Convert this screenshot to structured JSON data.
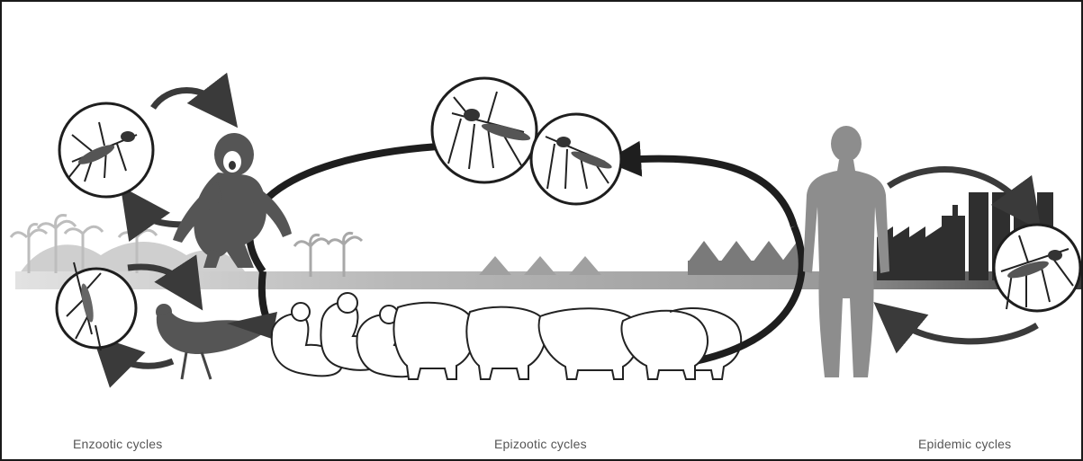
{
  "labels": {
    "enzootic": "Enzootic cycles",
    "epizootic": "Epizootic cycles",
    "epidemic": "Epidemic cycles"
  },
  "colors": {
    "background": "#ffffff",
    "ground_band": "#9e9e9e",
    "arrow": "#3a3a3a",
    "big_cycle": "#1e1e1e",
    "human": "#8d8d8d",
    "city": "#333333",
    "forest": "#bfbfbf"
  },
  "icons": [
    "mosquito-icon",
    "monkey-icon",
    "bird-icon",
    "duck-icon",
    "pig-icon",
    "human-icon",
    "factory-icon",
    "palm-tree-icon"
  ]
}
